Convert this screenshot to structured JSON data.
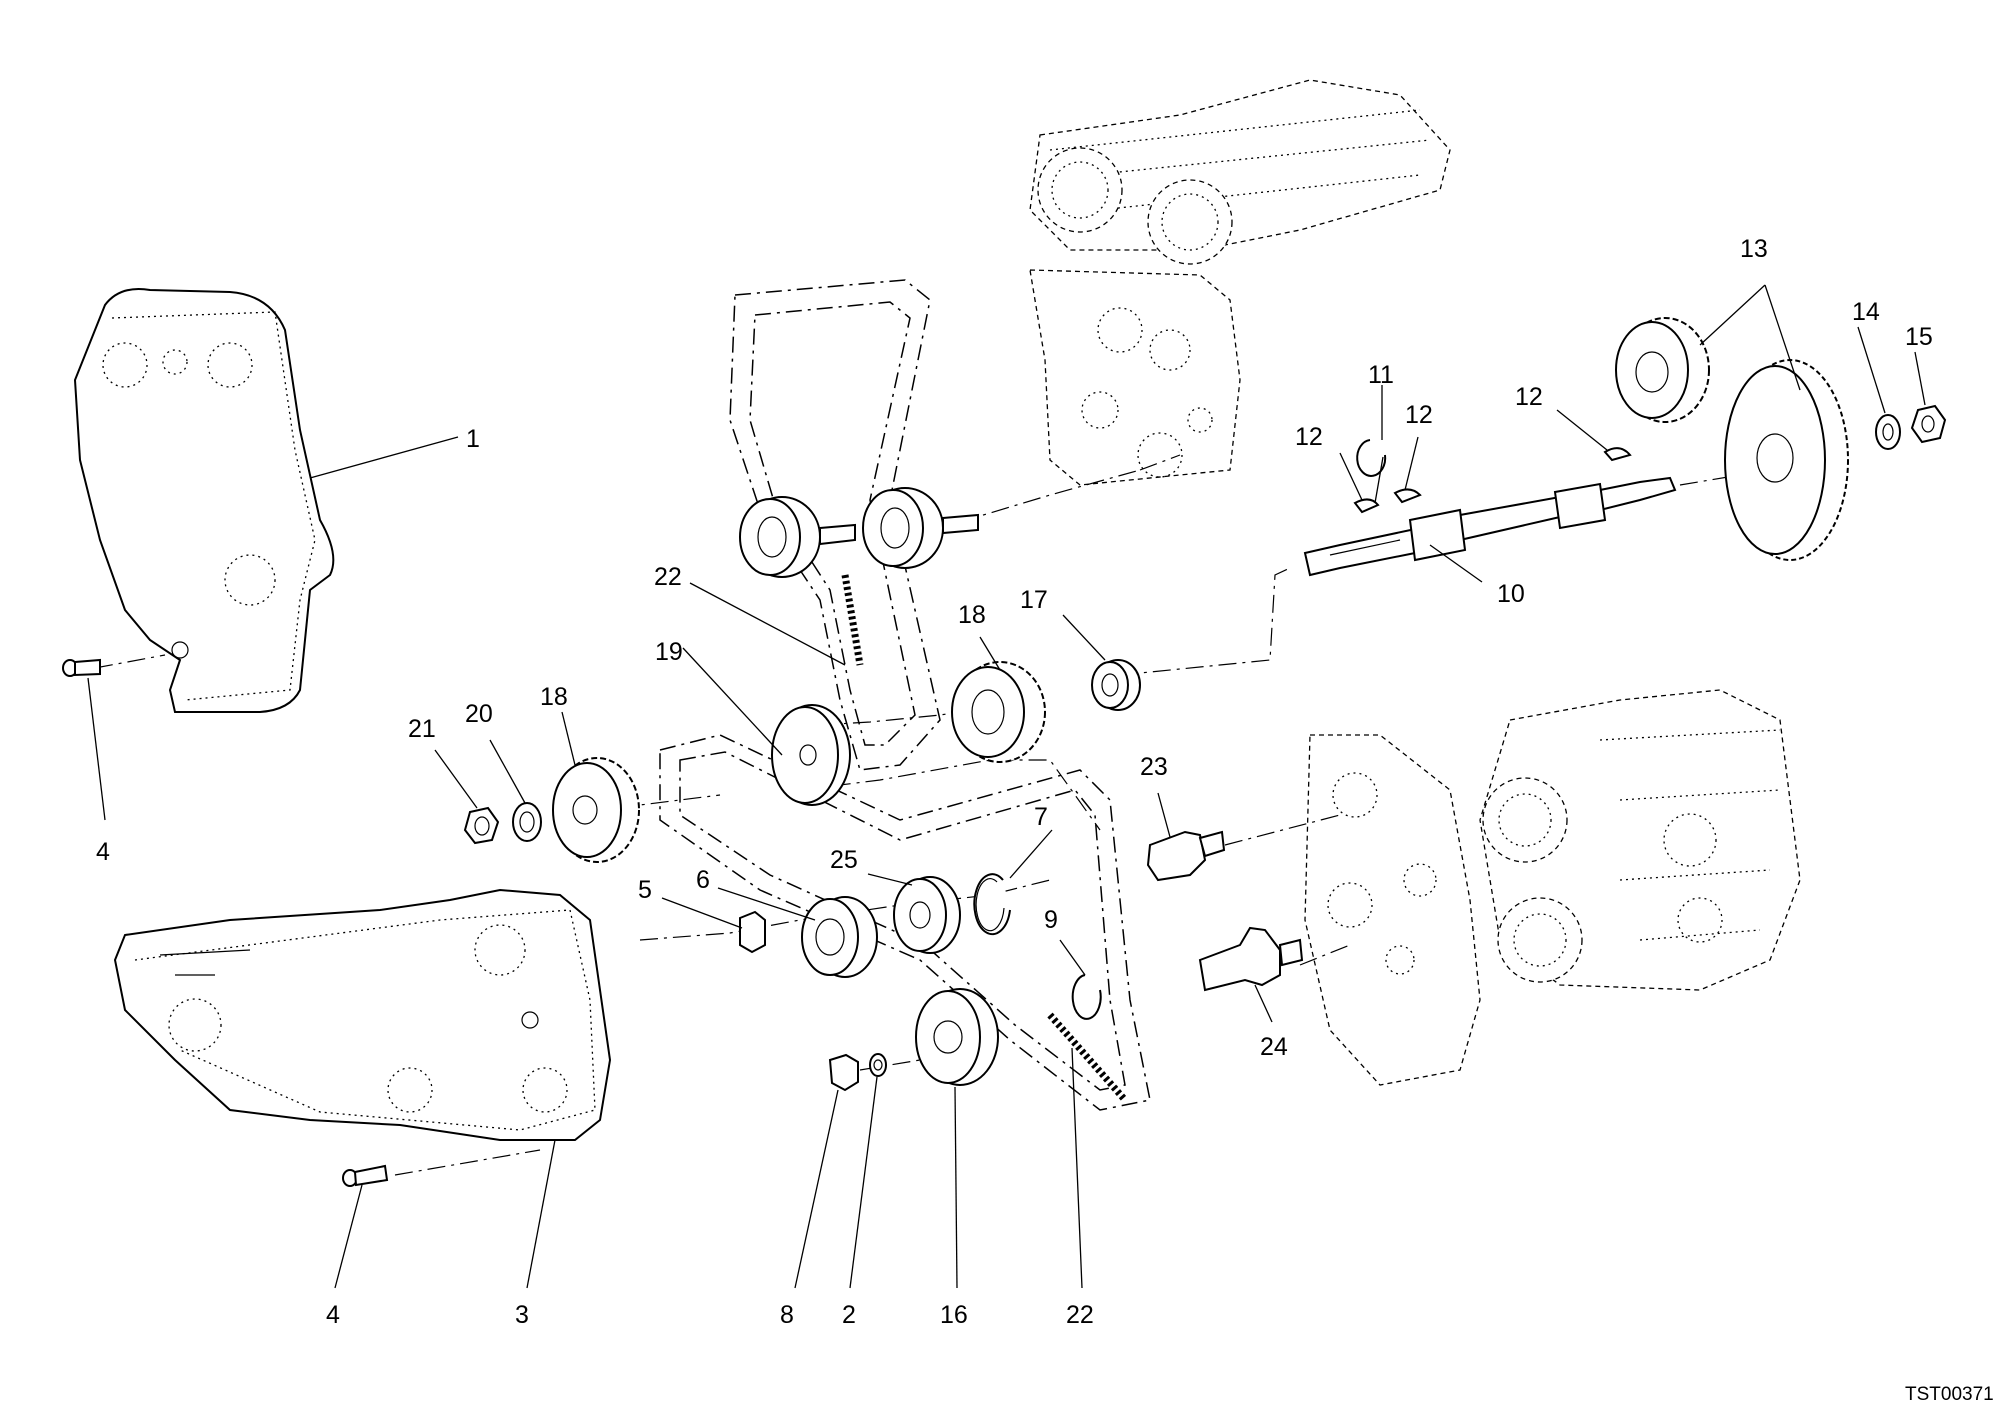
{
  "drawing_code": "TST00371",
  "callouts": [
    "1",
    "4",
    "4",
    "3",
    "22",
    "19",
    "18",
    "21",
    "20",
    "18",
    "17",
    "5",
    "6",
    "25",
    "7",
    "23",
    "9",
    "8",
    "2",
    "16",
    "22",
    "24",
    "10",
    "11",
    "12",
    "12",
    "12",
    "13",
    "14",
    "15"
  ],
  "icons": [
    "timing-belt-cover-shape",
    "pulley-shape",
    "gear-shape",
    "shaft-shape",
    "belt-shape",
    "cylinder-head-shape"
  ]
}
